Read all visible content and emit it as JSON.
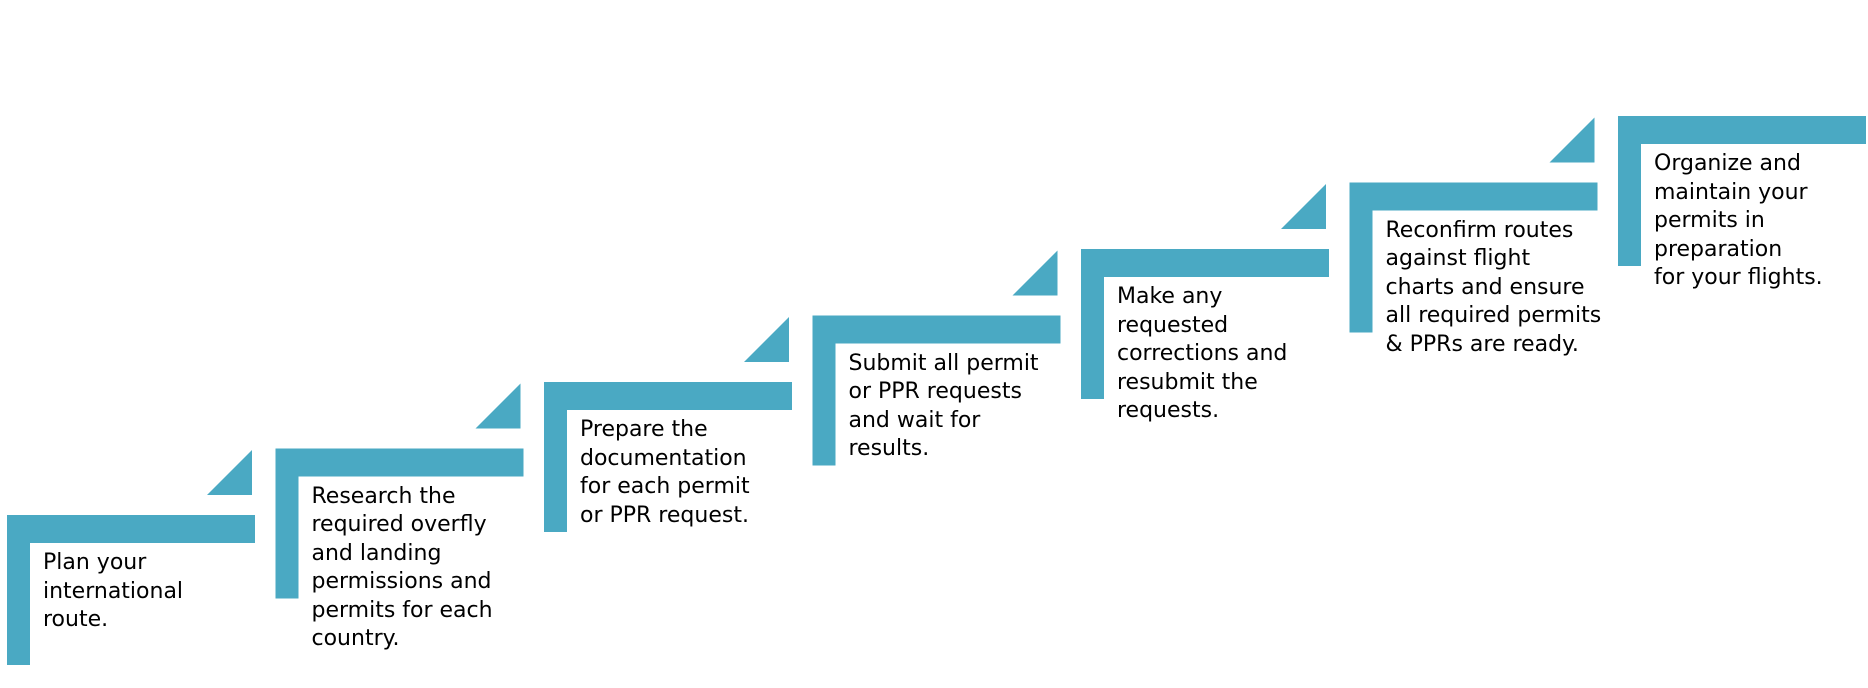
{
  "colors": {
    "accent": "#4aa9c3",
    "background": "#ffffff",
    "text": "#000000"
  },
  "steps": [
    {
      "lines": [
        "Plan your",
        "international",
        "route."
      ]
    },
    {
      "lines": [
        "Research the",
        "required overfly",
        "and landing",
        "permissions and",
        "permits for each",
        "country."
      ]
    },
    {
      "lines": [
        "Prepare the",
        "documentation",
        "for each permit",
        "or PPR request."
      ]
    },
    {
      "lines": [
        "Submit all permit",
        "or PPR requests",
        "and wait for",
        "results."
      ]
    },
    {
      "lines": [
        "Make any",
        "requested",
        "corrections and",
        "resubmit the",
        "requests."
      ]
    },
    {
      "lines": [
        "Reconfirm routes",
        "against flight",
        "charts and ensure",
        "all required permits",
        "& PPRs are ready."
      ]
    },
    {
      "lines": [
        "Organize and",
        "maintain your",
        "permits in",
        "preparation",
        "for your flights."
      ]
    }
  ]
}
